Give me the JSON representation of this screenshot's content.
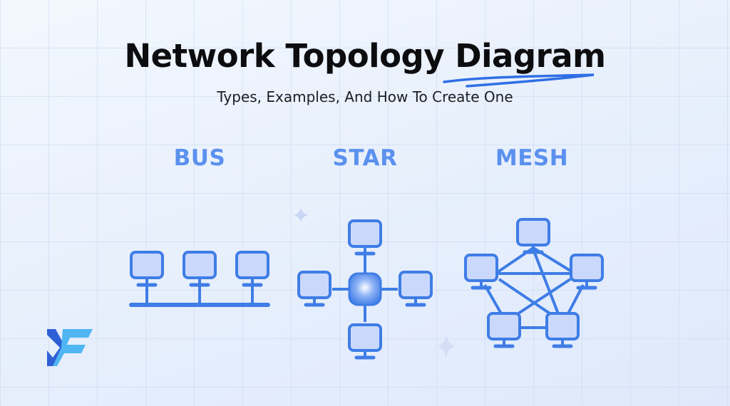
{
  "header": {
    "title_main": "Network Topology",
    "title_highlight": "Diagram",
    "subtitle": "Types, Examples, And How To Create One"
  },
  "topologies": [
    {
      "label": "BUS"
    },
    {
      "label": "STAR"
    },
    {
      "label": "MESH"
    }
  ],
  "colors": {
    "accent": "#5b91ee",
    "screen": "#c9d8fb",
    "outline": "#3f7de6",
    "title": "#0d0d0f",
    "logo_dark": "#2f5fd6",
    "logo_light": "#4fb6f3"
  },
  "icons": [
    "computer-icon",
    "hub-icon",
    "sparkle-icon",
    "brand-logo-icon"
  ]
}
